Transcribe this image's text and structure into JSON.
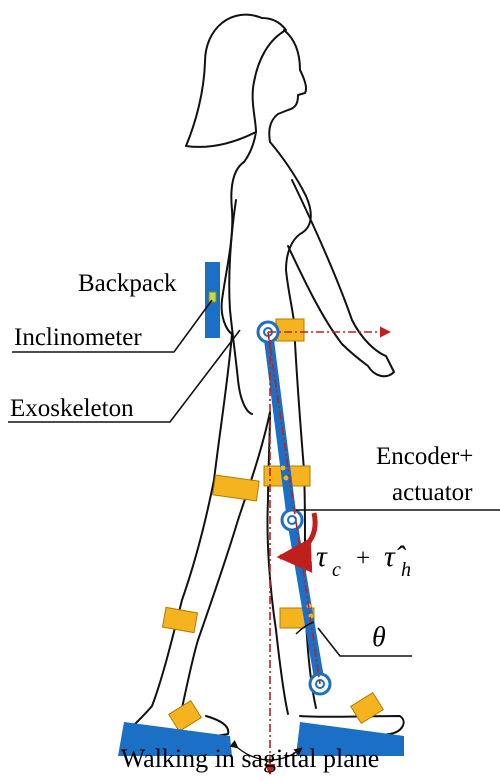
{
  "labels": {
    "backpack": "Backpack",
    "inclinometer": "Inclinometer",
    "exoskeleton": "Exoskeleton",
    "encoder_line1": "Encoder+",
    "encoder_line2": "actuator",
    "torque_tau_c": "τ",
    "torque_sub_c": "c",
    "torque_plus": "+",
    "torque_tau_h": "τ̂",
    "torque_sub_h": "h",
    "theta": "θ"
  },
  "caption": "Walking in sagittal plane",
  "colors": {
    "link": "#1b6fc4",
    "strap": "#f5b41f",
    "torque_arrow": "#c0201b",
    "axis_dashdot": "#c0201b",
    "outline": "#111111"
  }
}
